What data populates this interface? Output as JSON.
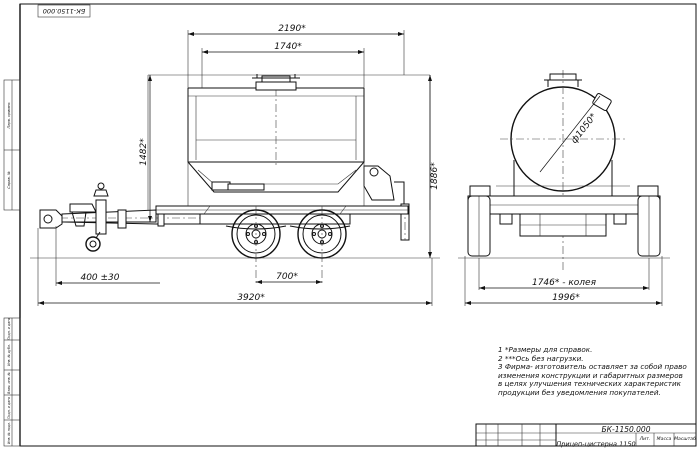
{
  "drawing": {
    "sheet_code_top": "БК-1150.000",
    "side_view": {
      "tank_length": "2190*",
      "inner_length": "1740*",
      "height_tank": "1482*",
      "overall_height": "1886*",
      "wheelbase": "700*",
      "hitch_height": "400 ±30",
      "overall_length": "3920*"
    },
    "rear_view": {
      "tank_diameter": "ф1050*",
      "track": "1746* - колея",
      "overall_width": "1996*"
    },
    "notes": [
      "1 *Размеры для справок.",
      "2 ***Ось без нагрузки.",
      "3  Фирма- изготовитель оставляет за собой право изменения конструкции и габаритных размеров в целях улучшения технических характеристик продукции без уведомления покупателей."
    ],
    "title_block": {
      "designation": "БК-1150.000",
      "name_partial": "Прицеп-цистерна 1150",
      "col_lit": "Лит.",
      "col_mass": "Масса",
      "col_scale": "Масштаб"
    },
    "left_margin": {
      "label_1": "Перв. примен.",
      "label_2": "Справ. №",
      "label_3": "Подп. и дата",
      "label_4": "Инв. № дубл.",
      "label_5": "Взам. инв. №",
      "label_6": "Подп. и дата",
      "label_7": "Инв. № подл."
    }
  }
}
